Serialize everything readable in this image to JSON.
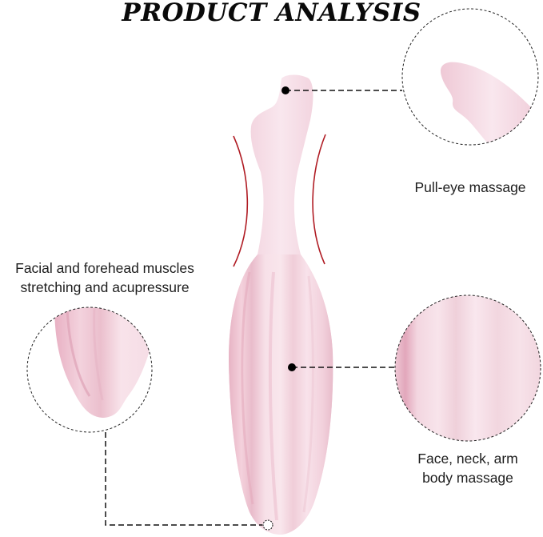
{
  "header": {
    "title": "PRODUCT ANALYSIS"
  },
  "callouts": [
    {
      "id": "pull-eye",
      "lines": [
        "Pull-eye massage"
      ],
      "pointer": "top-nub"
    },
    {
      "id": "facial-forehead",
      "lines": [
        "Facial and forehead muscles",
        "stretching and acupressure"
      ],
      "pointer": "bottom-tip"
    },
    {
      "id": "body-massage",
      "lines": [
        "Face, neck, arm",
        "body massage"
      ],
      "pointer": "body-ridges"
    }
  ],
  "colors": {
    "product_pink": "#f3d3dd",
    "product_shadow": "#e2a9bd",
    "accent_red": "#b01c24",
    "line_black": "#111111",
    "background": "#ffffff"
  }
}
